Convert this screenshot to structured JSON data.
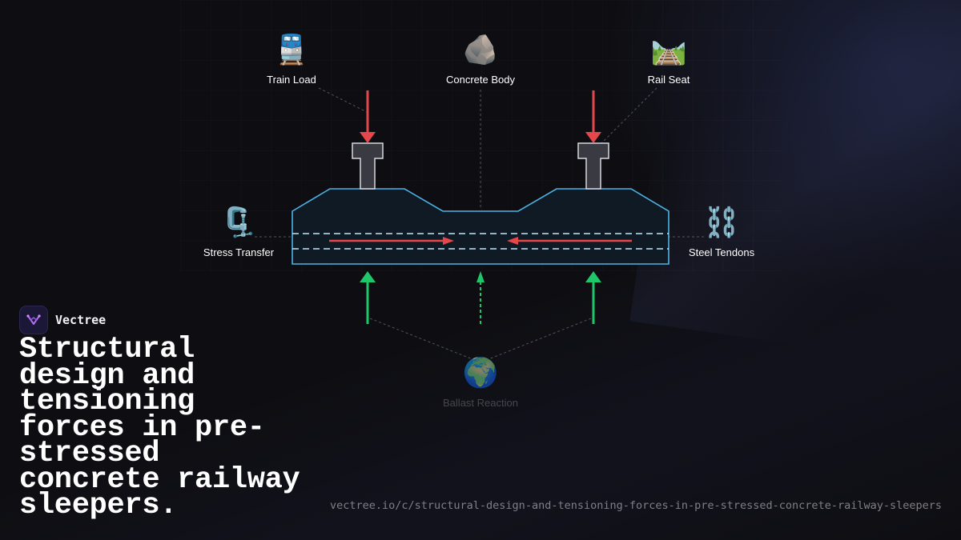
{
  "brand": {
    "name": "Vectree"
  },
  "title": "Structural design and tensioning forces in pre-stressed concrete railway sleepers.",
  "url": "vectree.io/c/structural-design-and-tensioning-forces-in-pre-stressed-concrete-railway-sleepers",
  "nodes": {
    "train_load": {
      "icon": "train-icon",
      "glyph": "🚆",
      "label": "Train Load"
    },
    "concrete_body": {
      "icon": "rock-icon",
      "glyph": "🪨",
      "label": "Concrete Body"
    },
    "rail_seat": {
      "icon": "railway-track-icon",
      "glyph": "🛤️",
      "label": "Rail Seat"
    },
    "stress_transfer": {
      "icon": "clamp-icon",
      "glyph": "🗜️",
      "label": "Stress Transfer"
    },
    "steel_tendons": {
      "icon": "chains-icon",
      "glyph": "⛓️",
      "label": "Steel Tendons"
    },
    "ballast_reaction": {
      "icon": "globe-icon",
      "glyph": "🌍",
      "label": "Ballast Reaction"
    }
  },
  "colors": {
    "load_arrow": "#e5474b",
    "reaction_arrow": "#1ec76a",
    "sleeper_outline": "#4db3e6",
    "prestress_arrow": "#e5474b",
    "rail": "#3a3a42"
  }
}
